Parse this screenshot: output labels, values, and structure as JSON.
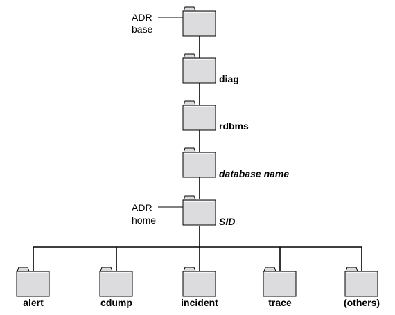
{
  "tree": {
    "root": {
      "label": ""
    },
    "chain": [
      {
        "label": "diag",
        "style": "bold"
      },
      {
        "label": "rdbms",
        "style": "bold"
      },
      {
        "label": "database name",
        "style": "bold-italic"
      },
      {
        "label": "SID",
        "style": "bold-italic"
      }
    ],
    "children": [
      {
        "label": "alert"
      },
      {
        "label": "cdump"
      },
      {
        "label": "incident"
      },
      {
        "label": "trace"
      },
      {
        "label": "(others)"
      }
    ]
  },
  "callouts": {
    "base": {
      "line1": "ADR",
      "line2": "base"
    },
    "home": {
      "line1": "ADR",
      "line2": "home"
    }
  },
  "colors": {
    "folder_fill": "#dcdcde",
    "stroke": "#000000"
  }
}
